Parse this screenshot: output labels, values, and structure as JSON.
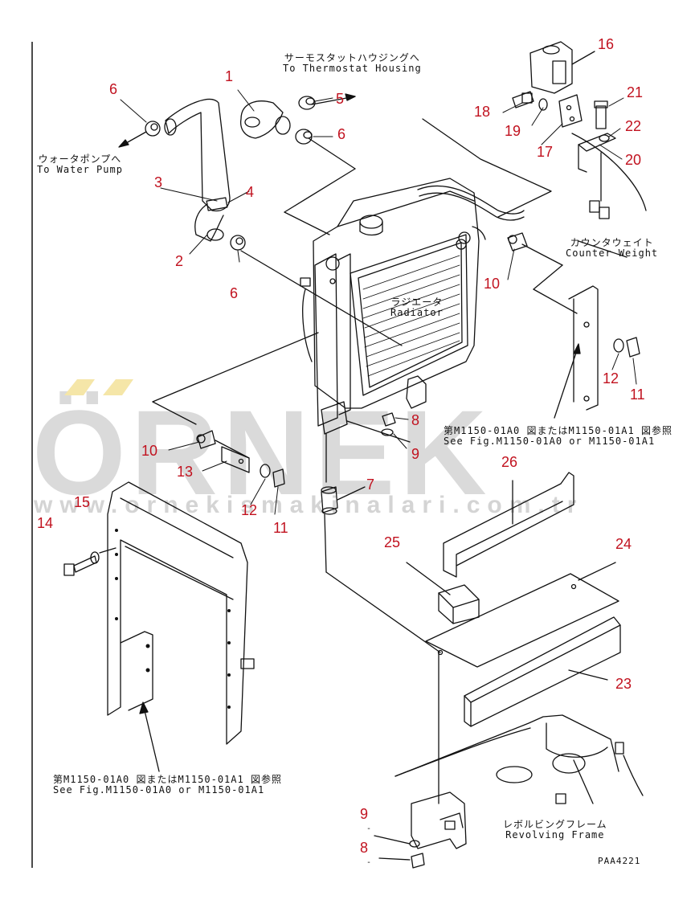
{
  "watermark": {
    "brand": "ÖRNEK",
    "url": "www.ornekismakinalari.com.tr",
    "umlaut_color": "#f5e6a8",
    "text_color": "#d9d9d9"
  },
  "callout_color": "#c1121f",
  "callouts": {
    "c1": "1",
    "c2": "2",
    "c3": "3",
    "c4": "4",
    "c5": "5",
    "c6a": "6",
    "c6b": "6",
    "c6c": "6",
    "c7": "7",
    "c8a": "8",
    "c8b": "8",
    "c9a": "9",
    "c9b": "9",
    "c10a": "10",
    "c10b": "10",
    "c11a": "11",
    "c11b": "11",
    "c12a": "12",
    "c12b": "12",
    "c13": "13",
    "c14": "14",
    "c15": "15",
    "c16": "16",
    "c17": "17",
    "c18": "18",
    "c19": "19",
    "c20": "20",
    "c21": "21",
    "c22": "22",
    "c23": "23",
    "c24": "24",
    "c25": "25",
    "c26": "26"
  },
  "captions": {
    "thermostat_jp": "サーモスタットハウジングへ",
    "thermostat_en": "To Thermostat Housing",
    "waterpump_jp": "ウォータポンプへ",
    "waterpump_en": "To Water Pump",
    "radiator_jp": "ラジエータ",
    "radiator_en": "Radiator",
    "counterweight_jp": "カウンタウェイト",
    "counterweight_en": "Counter Weight",
    "seefig_right_jp": "第M1150-01A0 図またはM1150-01A1 図参照",
    "seefig_right_en": "See Fig.M1150-01A0 or M1150-01A1",
    "seefig_left_jp": "第M1150-01A0 図またはM1150-01A1 図参照",
    "seefig_left_en": "See Fig.M1150-01A0 or M1150-01A1",
    "frame_jp": "レボルビングフレーム",
    "frame_en": "Revolving Frame",
    "drawing_code": "PAA4221",
    "dash1": "-",
    "dash2": "-"
  }
}
